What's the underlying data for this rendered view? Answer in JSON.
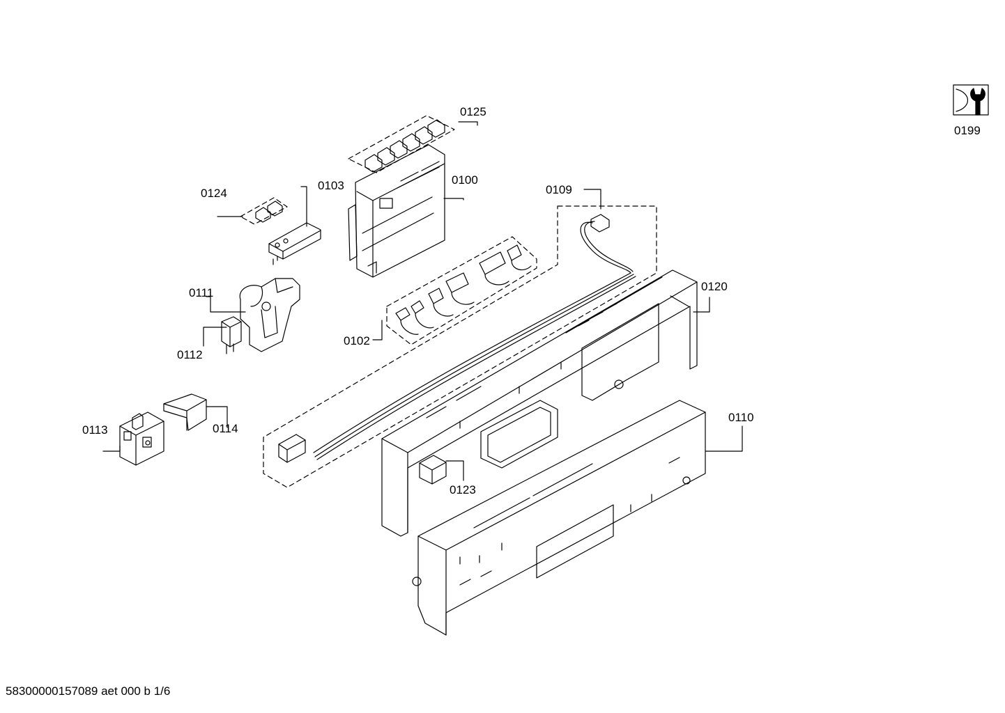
{
  "parts": [
    {
      "id": "p0100",
      "label": "0100"
    },
    {
      "id": "p0102",
      "label": "0102"
    },
    {
      "id": "p0103",
      "label": "0103"
    },
    {
      "id": "p0109",
      "label": "0109"
    },
    {
      "id": "p0110",
      "label": "0110"
    },
    {
      "id": "p0111",
      "label": "0111"
    },
    {
      "id": "p0112",
      "label": "0112"
    },
    {
      "id": "p0113",
      "label": "0113"
    },
    {
      "id": "p0114",
      "label": "0114"
    },
    {
      "id": "p0120",
      "label": "0120"
    },
    {
      "id": "p0123",
      "label": "0123"
    },
    {
      "id": "p0124",
      "label": "0124"
    },
    {
      "id": "p0125",
      "label": "0125"
    },
    {
      "id": "p0199",
      "label": "0199"
    }
  ],
  "footer": "58300000157089 aet 000 b 1/6"
}
